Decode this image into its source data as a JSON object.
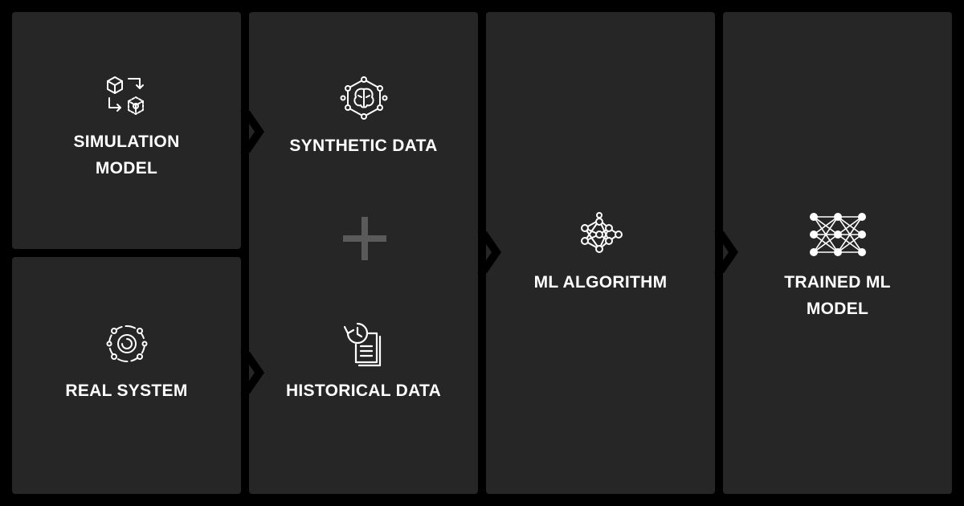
{
  "diagram": {
    "simulation_model": {
      "label": "SIMULATION\nMODEL",
      "icon": "cube-transform-icon"
    },
    "real_system": {
      "label": "REAL SYSTEM",
      "icon": "gear-network-icon"
    },
    "synthetic_data": {
      "label": "SYNTHETIC DATA",
      "icon": "brain-hexagon-icon"
    },
    "historical_data": {
      "label": "HISTORICAL DATA",
      "icon": "history-document-icon"
    },
    "ml_algorithm": {
      "label": "ML ALGORITHM",
      "icon": "neural-network-icon"
    },
    "trained_model": {
      "label": "TRAINED ML\nMODEL",
      "icon": "neural-grid-icon"
    },
    "combine_symbol": "plus-icon"
  },
  "colors": {
    "background": "#000000",
    "panel": "#262626",
    "text": "#ffffff",
    "plus": "#5a5a5a"
  }
}
